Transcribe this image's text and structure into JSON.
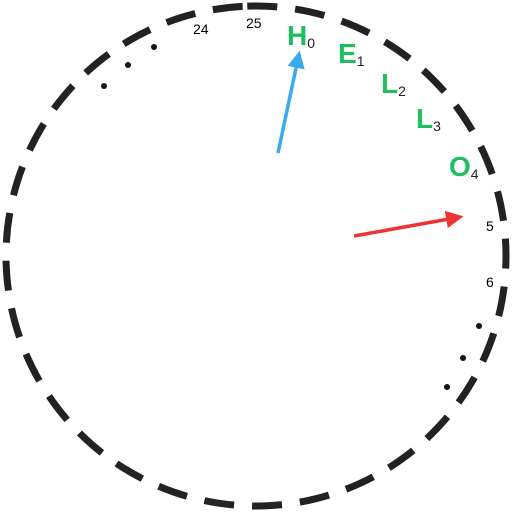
{
  "diagram": {
    "ring_letters": [
      {
        "char": "H",
        "index": "0"
      },
      {
        "char": "E",
        "index": "1"
      },
      {
        "char": "L",
        "index": "2"
      },
      {
        "char": "L",
        "index": "3"
      },
      {
        "char": "O",
        "index": "4"
      }
    ],
    "ring_numbers": [
      "24",
      "25",
      "5",
      "6"
    ],
    "colors": {
      "ring": "#222222",
      "letters": "#1fbf5f",
      "arrow_inner": "#3aaaf0",
      "arrow_outer": "#ee3333",
      "dots": "#111111"
    }
  }
}
